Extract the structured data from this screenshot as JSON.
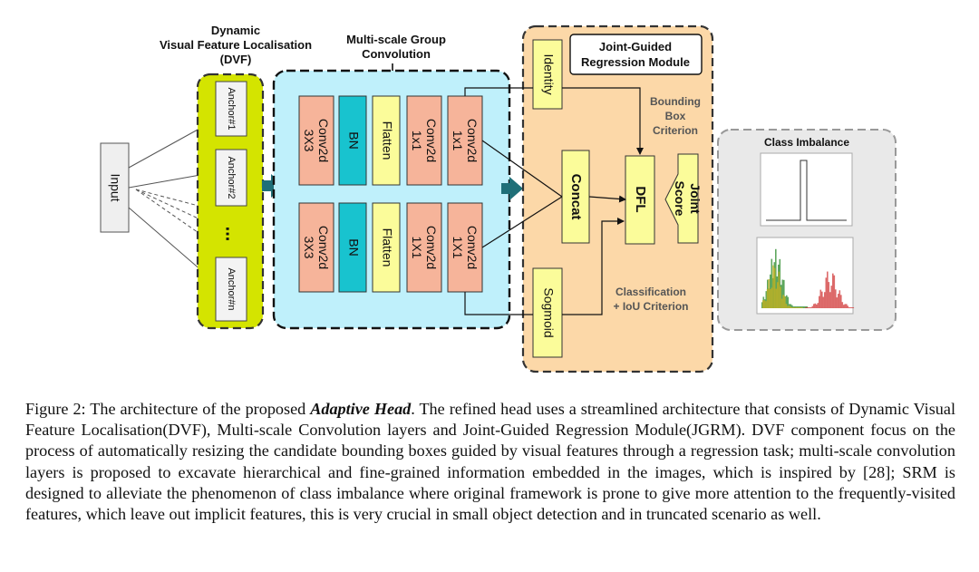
{
  "figure": {
    "dvf_title": [
      "Dynamic",
      "Visual Feature Localisation",
      "(DVF)"
    ],
    "msgc_title": [
      "Multi-scale  Group",
      "Convolution"
    ],
    "jgrm_title": [
      "Joint-Guided",
      "Regression Module"
    ],
    "input_label": "Input",
    "anchors": [
      "Anchor#1",
      "Anchor#2",
      "Anchor#n"
    ],
    "anchor_ellipsis": "...",
    "row1": [
      "Conv2d|3X3",
      "BN",
      "Flatten",
      "Conv2d|1x1",
      "Conv2d|1x1"
    ],
    "row2": [
      "Conv2d|3X3",
      "BN",
      "Flatten",
      "Conv2d|1X1",
      "Conv2d|1X1"
    ],
    "identity": "Identity",
    "sigmoid": "Sogmoid",
    "concat": "Concat",
    "dfl": "DFL",
    "joint_score": [
      "Joint",
      "Score"
    ],
    "bbox_criterion": [
      "Bounding",
      "Box",
      "Criterion"
    ],
    "cls_criterion": [
      "Classification",
      "+ IoU Criterion"
    ],
    "class_imbalance": "Class Imbalance"
  },
  "caption": {
    "prefix": "Figure 2: The architecture of the proposed ",
    "emph": "Adaptive Head",
    "body": ".  The refined head uses a streamlined architecture that consists of Dynamic Visual Feature Localisation(DVF), Multi-scale Convolution layers and Joint-Guided Regression Module(JGRM). DVF component focus on the process of automatically resizing the candidate bounding boxes guided by visual features through a regression task; multi-scale convolution layers is proposed to excavate hierarchical and fine-grained information embedded in the images, which is inspired by [28]; SRM is designed to alleviate the phenomenon of class imbalance where original framework is prone to give more attention to the frequently-visited features, which leave out implicit features, this is very crucial in small object detection and in truncated scenario as well."
  },
  "colors": {
    "dvf_fill": "#d4e400",
    "msgc_fill": "#bff0fb",
    "jgrm_fill": "#fcd8a8",
    "conv_fill": "#f6b49a",
    "bn_fill": "#18c3cf",
    "yellow_fill": "#fbfc9a",
    "arrow_teal": "#1f6f78"
  }
}
